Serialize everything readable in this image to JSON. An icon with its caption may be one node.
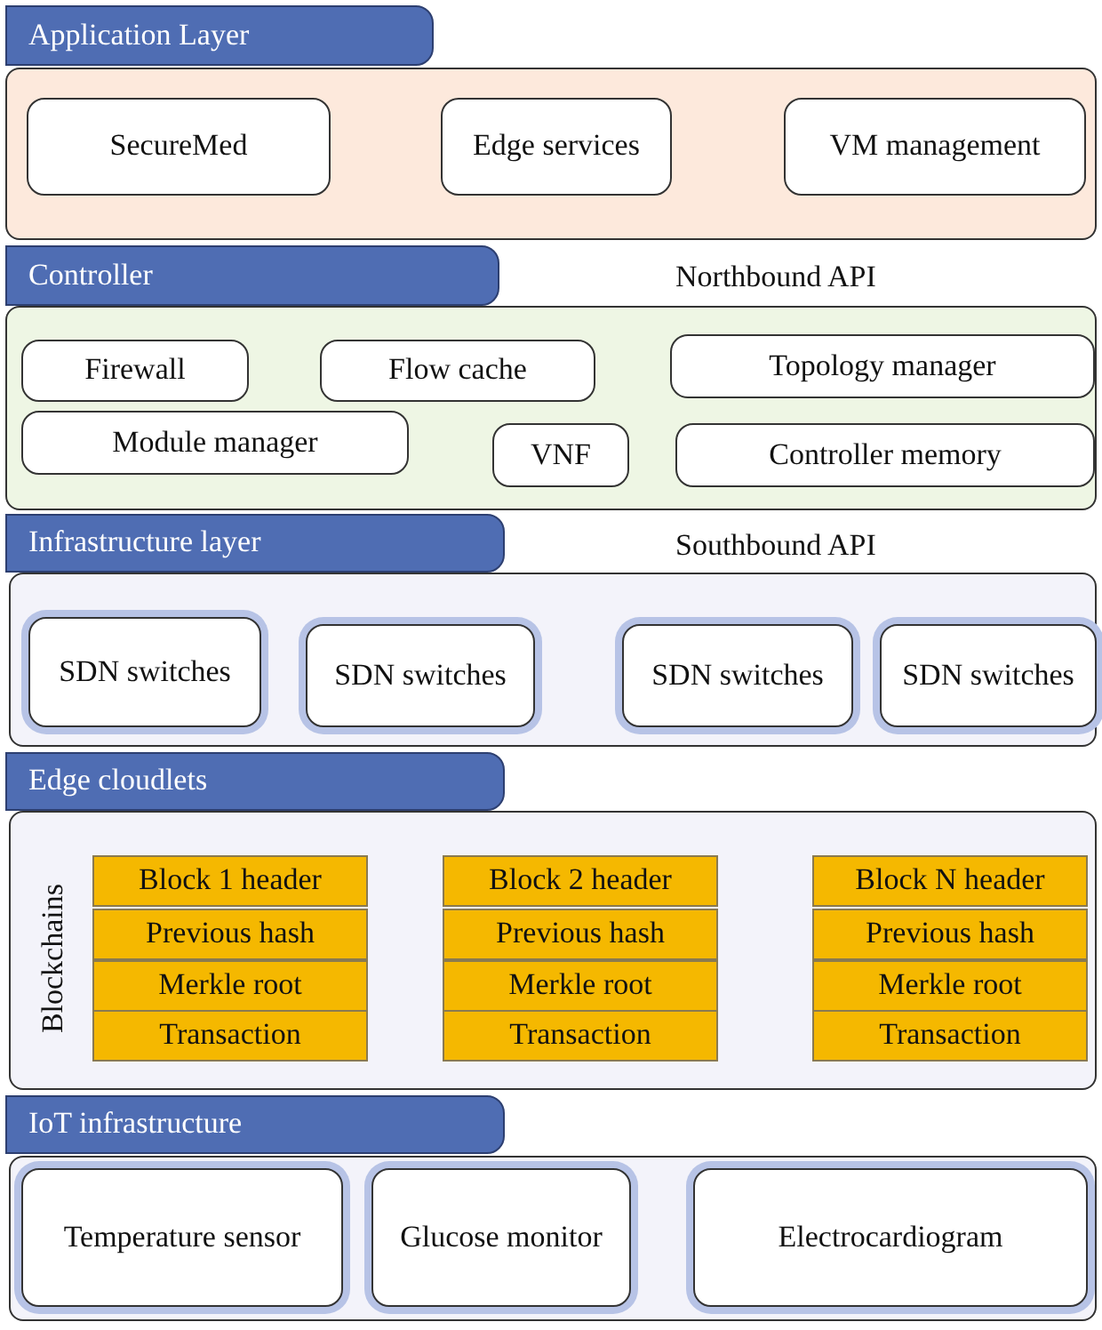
{
  "diagram": {
    "nodes": [
      {
        "text": [
          "Application Layer"
        ]
      },
      {
        "text": [],
        "shape": "box"
      },
      {
        "text": [
          "SecureMed"
        ],
        "in": 1
      },
      {
        "text": [
          "Edge services"
        ],
        "in": 1
      },
      {
        "text": [
          "VM management"
        ],
        "in": 1
      },
      {
        "text": [
          "Controller"
        ]
      },
      {
        "text": [],
        "shape": "box"
      },
      {
        "text": [
          "Firewall"
        ],
        "in": 6
      },
      {
        "text": [
          "Flow cache"
        ],
        "in": 6
      },
      {
        "text": [
          "Topology manager"
        ],
        "in": 6
      },
      {
        "text": [
          "Module manager"
        ],
        "in": 6
      },
      {
        "text": [
          "VNF"
        ],
        "in": 6
      },
      {
        "text": [
          "Controller memory"
        ],
        "in": 6
      },
      {
        "text": [
          "Infrastructure layer"
        ]
      },
      {
        "text": [],
        "shape": "box"
      },
      {
        "text": [
          "SDN switches"
        ],
        "in": 14
      },
      {
        "text": [
          "SDN switches"
        ],
        "in": 14
      },
      {
        "text": [
          "SDN switches"
        ],
        "in": 14
      },
      {
        "text": [
          "SDN switches"
        ],
        "in": 14
      },
      {
        "text": [
          "Edge cloudlets"
        ]
      },
      {
        "text": [],
        "shape": "box"
      },
      {
        "text": [
          "Block 1 header"
        ],
        "in": 20
      },
      {
        "text": [
          "Block 2 header"
        ],
        "in": 20
      },
      {
        "text": [
          "Block N header"
        ],
        "in": 20
      },
      {
        "text": [
          "Previous hash"
        ],
        "in": 20
      },
      {
        "text": [
          "Previous hash"
        ],
        "in": 20
      },
      {
        "text": [
          "Previous hash"
        ],
        "in": 20
      },
      {
        "text": [
          "Merkle root"
        ],
        "in": 20
      },
      {
        "text": [
          "Merkle root"
        ],
        "in": 20
      },
      {
        "text": [
          "Merkle root"
        ],
        "in": 20
      },
      {
        "text": [
          "Transaction"
        ],
        "in": 20
      },
      {
        "text": [
          "Transaction"
        ],
        "in": 20
      },
      {
        "text": [
          "Transaction"
        ],
        "in": 20
      },
      {
        "text": [
          "IoT infrastructure"
        ]
      },
      {
        "text": [],
        "shape": "box"
      },
      {
        "text": [
          "Temperature sensor"
        ],
        "in": 34
      },
      {
        "text": [
          "Glucose monitor"
        ],
        "in": 34
      },
      {
        "text": [
          "Electrocardiogram"
        ],
        "in": 34
      }
    ],
    "labels": [
      "Northbound API",
      "Southbound API",
      "Blockchains"
    ]
  }
}
